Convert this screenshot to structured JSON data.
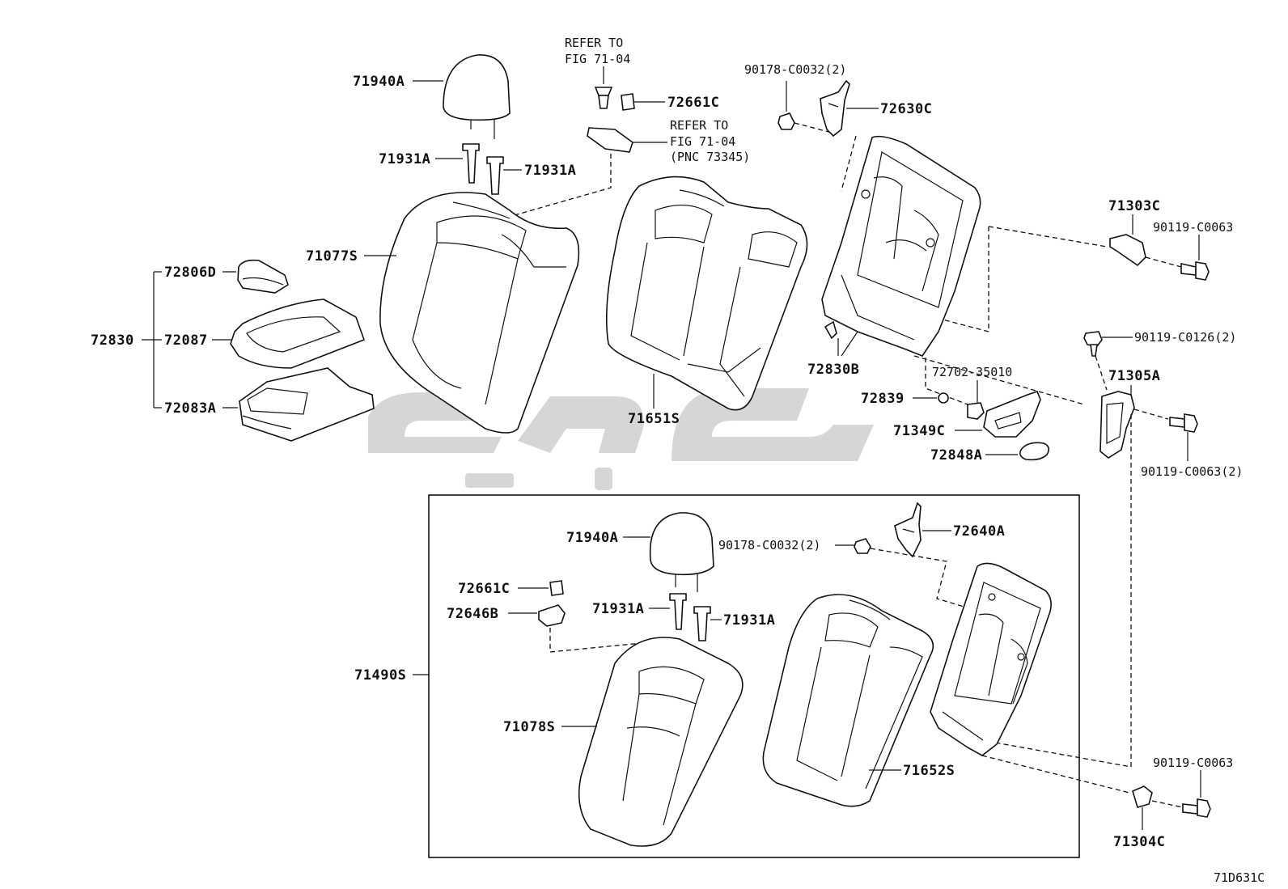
{
  "diagram_id": "71D631C",
  "refer_1": [
    "REFER TO",
    "FIG 71-04"
  ],
  "refer_2": [
    "REFER TO",
    "FIG 71-04",
    "(PNC 73345)"
  ],
  "watermark": "logo",
  "parts": {
    "p71940A_top": "71940A",
    "p71931A_l": "71931A",
    "p71931A_r": "71931A",
    "p72661C_top": "72661C",
    "p71077S": "71077S",
    "p72806D": "72806D",
    "p72830": "72830",
    "p72087": "72087",
    "p72083A": "72083A",
    "p71651S": "71651S",
    "p90178_top": "90178-C0032(2)",
    "p72630C": "72630C",
    "p71303C": "71303C",
    "p90119_c0063_a": "90119-C0063",
    "p90119_c0126": "90119-C0126(2)",
    "p72830B": "72830B",
    "p72702": "72702-35010",
    "p71305A": "71305A",
    "p72839": "72839",
    "p71349C": "71349C",
    "p72848A": "72848A",
    "p90119_c0063_2": "90119-C0063(2)",
    "p71940A_bot": "71940A",
    "p90178_bot": "90178-C0032(2)",
    "p72640A": "72640A",
    "p72661C_bot": "72661C",
    "p72646B": "72646B",
    "p71931A_bl": "71931A",
    "p71931A_br": "71931A",
    "p71490S": "71490S",
    "p71078S": "71078S",
    "p71652S": "71652S",
    "p90119_c0063_b": "90119-C0063",
    "p71304C": "71304C"
  }
}
